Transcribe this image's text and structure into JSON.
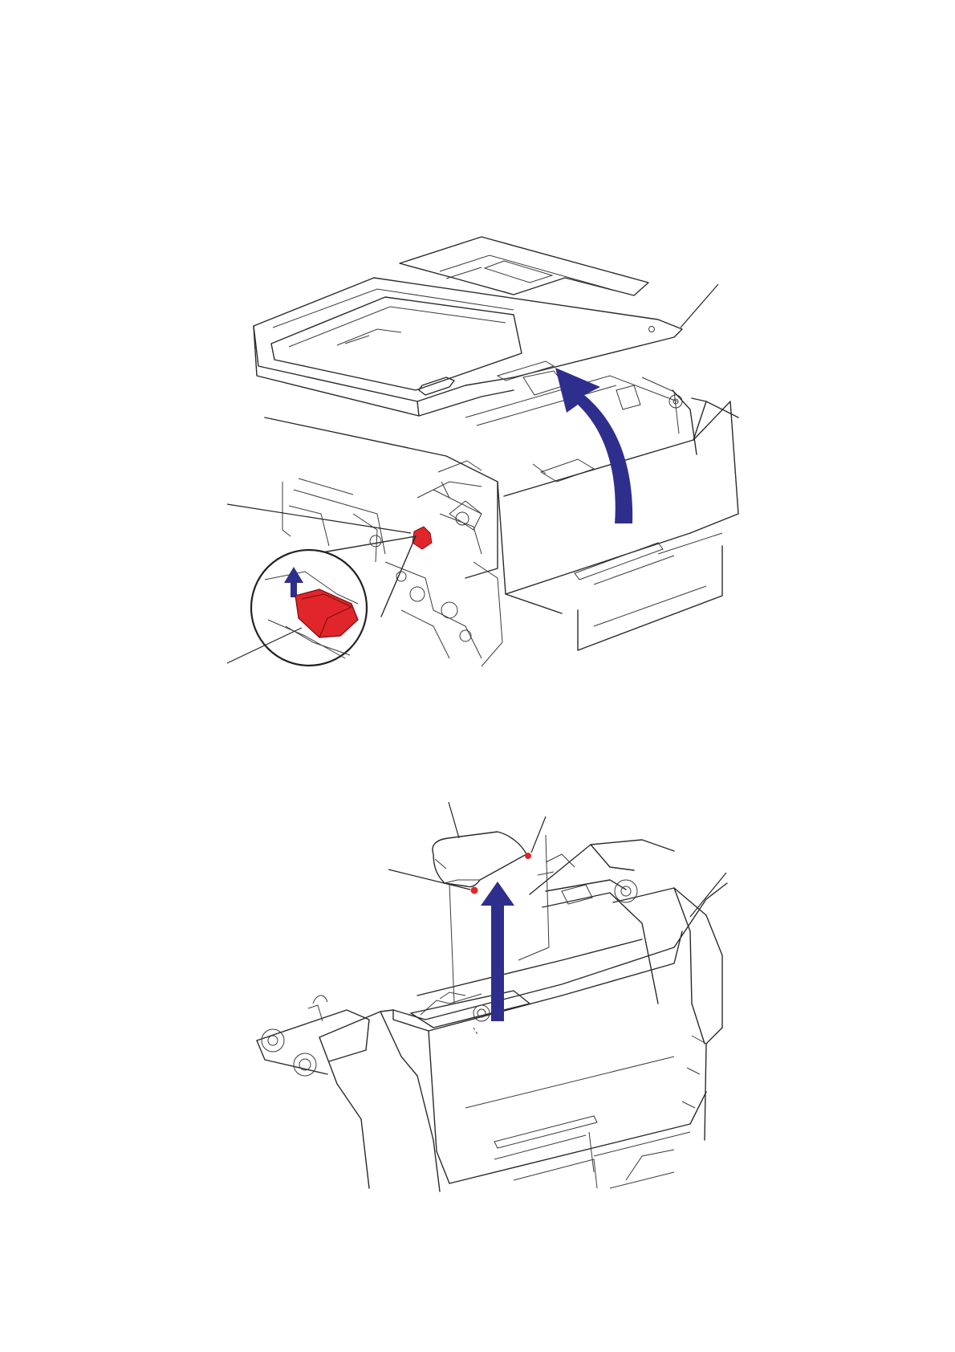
{
  "colors": {
    "arrow": "#2e2f8c",
    "highlight": "#e0262b",
    "line": "#2a2a2a"
  },
  "figures": [
    {
      "id": "figure-1",
      "description_icons": [
        "curved-up-arrow-icon",
        "lever-detail-callout"
      ]
    },
    {
      "id": "figure-2",
      "description_icons": [
        "straight-up-arrow-icon",
        "pin-highlight-icon"
      ]
    }
  ]
}
